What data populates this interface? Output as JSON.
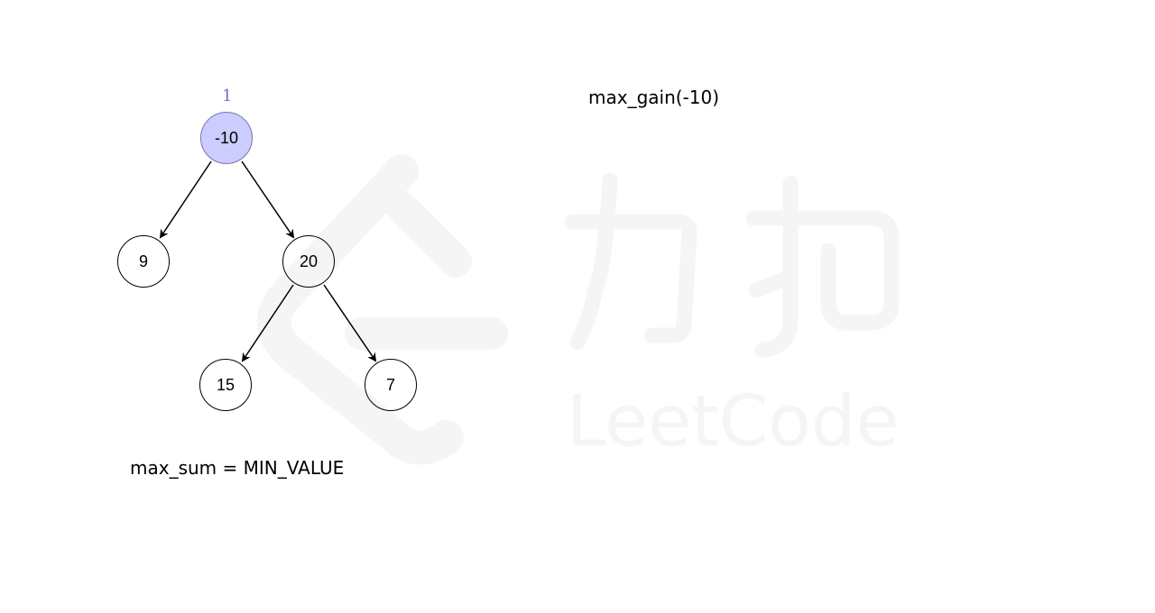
{
  "watermark": {
    "cn_text": "力扣",
    "en_text": "LeetCode",
    "color": "#f5f5f5"
  },
  "tree": {
    "root": {
      "value": "-10",
      "order_label": "1",
      "highlight_color": "#ccccff"
    },
    "nodes": [
      {
        "id": "n-10",
        "value": "-10"
      },
      {
        "id": "n9",
        "value": "9"
      },
      {
        "id": "n20",
        "value": "20"
      },
      {
        "id": "n15",
        "value": "15"
      },
      {
        "id": "n7",
        "value": "7"
      }
    ]
  },
  "call_label": "max_gain(-10)",
  "state_label": "max_sum = MIN_VALUE",
  "colors": {
    "highlight_fill": "#ccccff",
    "order_label": "#6b6bd6",
    "edge": "#000000"
  }
}
